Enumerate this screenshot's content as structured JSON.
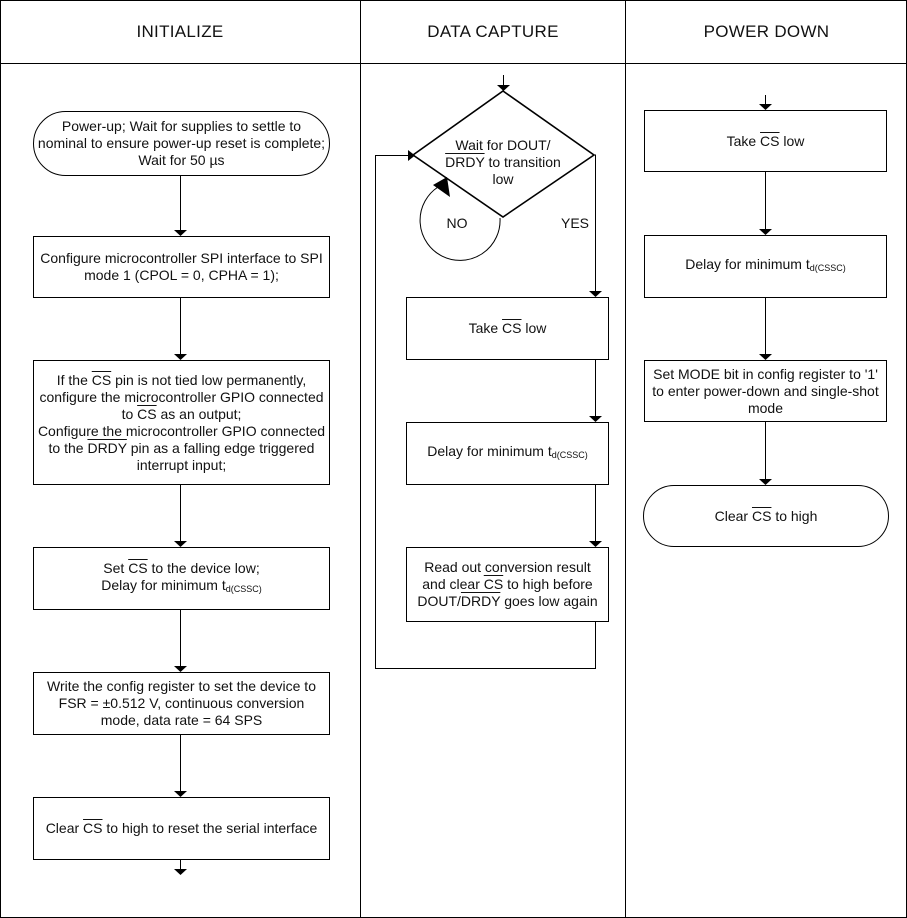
{
  "headers": {
    "initialize": "INITIALIZE",
    "data_capture": "DATA CAPTURE",
    "power_down": "POWER DOWN"
  },
  "initialize": {
    "powerup": {
      "l1": "Power-up; Wait for supplies to settle to",
      "l2": "nominal to ensure power-up reset is complete;",
      "l3": "Wait for 50 µs"
    },
    "spi": {
      "l1": "Configure microcontroller SPI interface to SPI",
      "l2": "mode 1 (CPOL = 0, CPHA = 1);"
    },
    "gpio": {
      "l1a": "If the ",
      "l1cs": "CS",
      "l1b": " pin is not tied low permanently,",
      "l2": "configure the microcontroller GPIO connected",
      "l3a": "to ",
      "l3cs": "CS",
      "l3b": " as an output;",
      "l4": "Configure the microcontroller GPIO connected",
      "l5a": "to the ",
      "l5drdy": "DRDY",
      "l5b": " pin as a falling edge triggered",
      "l6": "interrupt input;"
    },
    "setcs": {
      "l1a": "Set ",
      "l1cs": "CS",
      "l1b": " to the device low;",
      "l2a": "Delay for minimum t",
      "l2sub": "d(CSSC)"
    },
    "config": {
      "l1": "Write the config register to set the device to",
      "l2": "FSR = ±0.512 V, continuous conversion",
      "l3": "mode, data rate = 64 SPS"
    },
    "clearcs": {
      "a": "Clear ",
      "cs": "CS",
      "b": " to high to reset the serial interface"
    }
  },
  "data_capture": {
    "decision": {
      "l1": "Wait for DOUT/",
      "l2drdy": "DRDY",
      "l2b": " to transition",
      "l3": "low"
    },
    "no_label": "NO",
    "yes_label": "YES",
    "take_cs": {
      "a": "Take ",
      "cs": "CS",
      "b": " low"
    },
    "delay": {
      "a": "Delay for minimum t",
      "sub": "d(CSSC)"
    },
    "readout": {
      "l1": "Read out conversion result",
      "l2a": "and clear ",
      "l2cs": "CS",
      "l2b": " to high before",
      "l3a": "DOUT/",
      "l3drdy": "DRDY",
      "l3b": " goes low again"
    }
  },
  "power_down": {
    "take_cs": {
      "a": "Take ",
      "cs": "CS",
      "b": " low"
    },
    "delay": {
      "a": "Delay for minimum t",
      "sub": "d(CSSC)"
    },
    "mode": {
      "l1": "Set MODE bit in config register to '1'",
      "l2": "to enter power-down and single-shot",
      "l3": "mode"
    },
    "clear": {
      "a": "Clear ",
      "cs": "CS",
      "b": " to high"
    }
  }
}
